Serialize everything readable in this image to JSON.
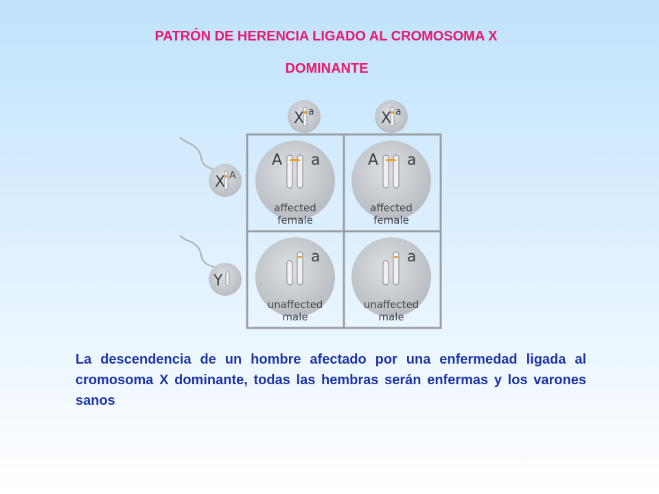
{
  "title": {
    "line1": "PATRÓN DE HERENCIA LIGADO AL CROMOSOMA X",
    "line2": "DOMINANTE"
  },
  "punnett": {
    "mother_gametes": [
      {
        "chromosome": "X",
        "allele": "a"
      },
      {
        "chromosome": "X",
        "allele": "a"
      }
    ],
    "father_gametes": [
      {
        "chromosome": "X",
        "allele": "A"
      },
      {
        "chromosome": "Y",
        "allele": ""
      }
    ],
    "cells": [
      {
        "left_allele": "A",
        "right_allele": "a",
        "line1": "affected",
        "line2": "female"
      },
      {
        "left_allele": "A",
        "right_allele": "a",
        "line1": "affected",
        "line2": "female"
      },
      {
        "left_allele": "",
        "right_allele": "a",
        "line1": "unaffected",
        "line2": "male"
      },
      {
        "left_allele": "",
        "right_allele": "a",
        "line1": "unaffected",
        "line2": "male"
      }
    ],
    "colors": {
      "circle_fill": "#c8ccd1",
      "grid_stroke": "#9a9ea3",
      "allele_dot": "#f0a020",
      "text": "#3d4147"
    }
  },
  "caption": "La descendencia de un hombre afectado por una enfermedad ligada al cromosoma X dominante, todas las hembras serán enfermas y los varones sanos"
}
